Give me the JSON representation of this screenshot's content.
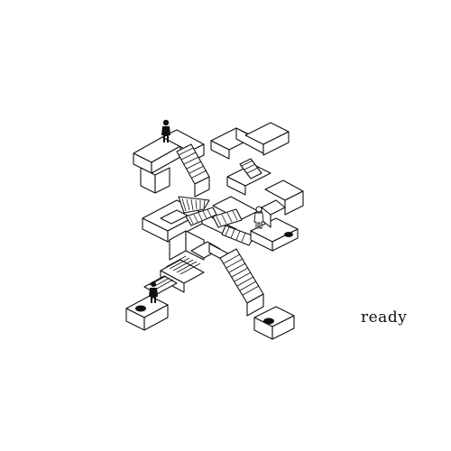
{
  "status": {
    "label": "ready"
  },
  "scene": {
    "style": "isometric line drawing",
    "ink_color": "#111111",
    "background_color": "#ffffff",
    "figures": [
      {
        "name": "figure-top-left",
        "icon": "standing-person-icon"
      },
      {
        "name": "figure-right-ledge",
        "icon": "standing-person-icon"
      },
      {
        "name": "figure-bottom-left",
        "icon": "standing-person-icon"
      }
    ],
    "holes": [
      {
        "name": "hole-bottom-left"
      },
      {
        "name": "hole-bottom-right"
      },
      {
        "name": "hole-right-ledge"
      }
    ]
  }
}
